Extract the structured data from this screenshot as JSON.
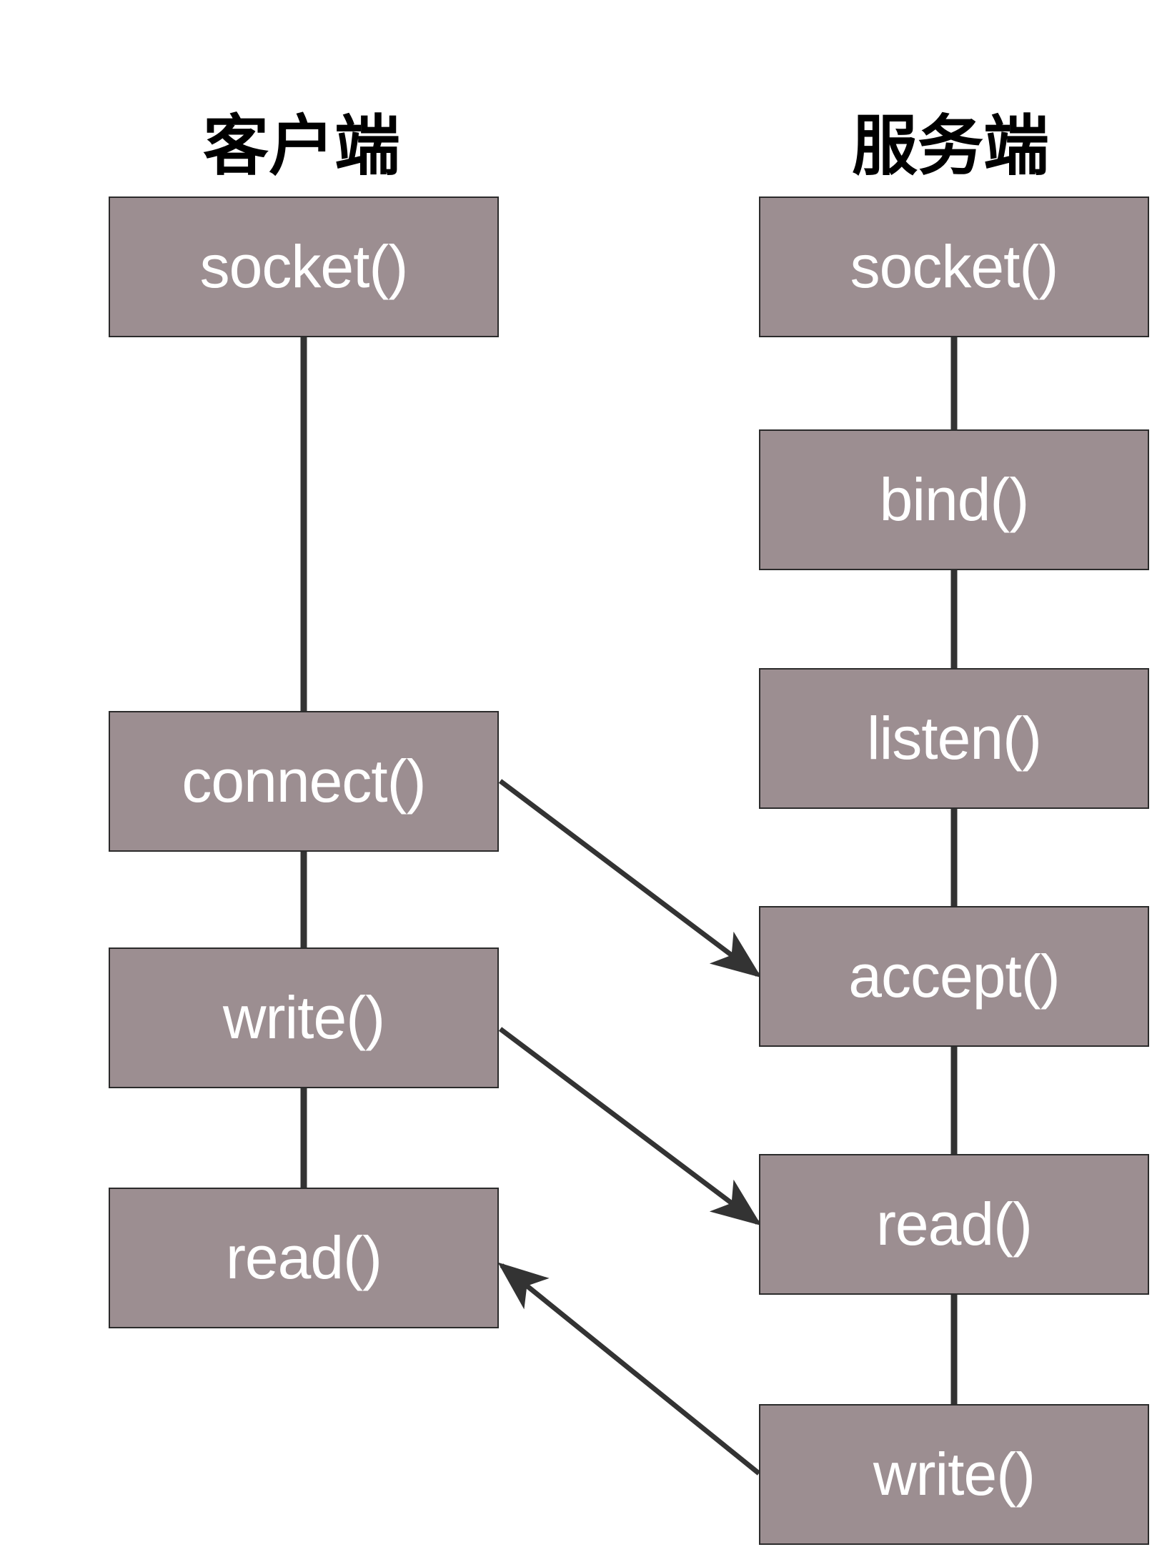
{
  "headings": {
    "client": "客户端",
    "server": "服务端"
  },
  "client": {
    "steps": [
      "socket()",
      "connect()",
      "write()",
      "read()"
    ]
  },
  "server": {
    "steps": [
      "socket()",
      "bind()",
      "listen()",
      "accept()",
      "read()",
      "write()"
    ]
  },
  "colors": {
    "box_fill": "#9c8e91",
    "box_text": "#ffffff",
    "line": "#333333",
    "heading": "#000000"
  }
}
